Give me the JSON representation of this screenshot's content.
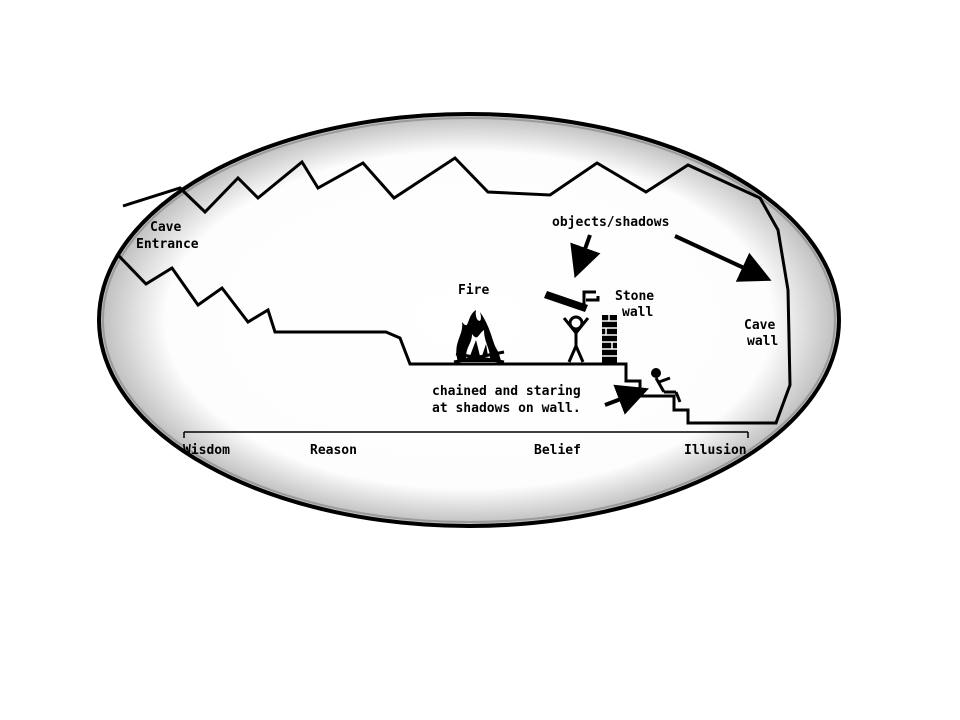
{
  "labels": {
    "cave_entrance_1": "Cave",
    "cave_entrance_2": "Entrance",
    "objects_shadows": "objects/shadows",
    "fire": "Fire",
    "stone_1": "Stone",
    "stone_2": "wall",
    "cave_wall_1": "Cave",
    "cave_wall_2": "wall",
    "chained_1": "chained and staring",
    "chained_2": "at shadows on wall."
  },
  "scale": {
    "items": [
      "Wisdom",
      "Reason",
      "Belief",
      "Illusion"
    ]
  }
}
